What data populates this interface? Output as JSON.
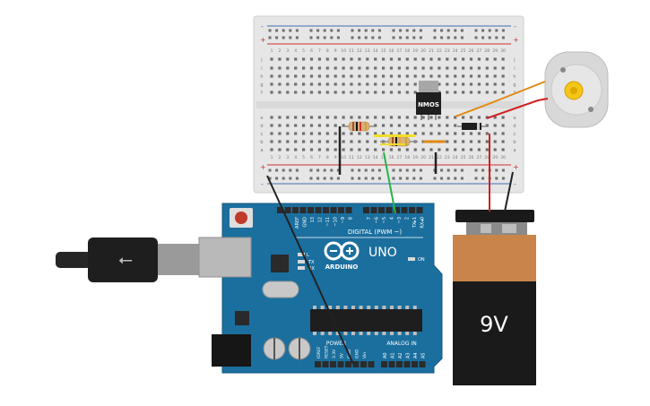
{
  "breadboard": {
    "columns": [
      "1",
      "2",
      "3",
      "4",
      "5",
      "6",
      "7",
      "8",
      "9",
      "10",
      "11",
      "12",
      "13",
      "14",
      "15",
      "16",
      "17",
      "18",
      "19",
      "20",
      "21",
      "22",
      "23",
      "24",
      "25",
      "26",
      "27",
      "28",
      "29",
      "30"
    ],
    "rows_top": [
      "j",
      "i",
      "h",
      "g",
      "f"
    ],
    "rows_bottom": [
      "e",
      "d",
      "c",
      "b",
      "a"
    ],
    "rail_plus": "+",
    "rail_minus": "-"
  },
  "transistor": {
    "label": "NMOS"
  },
  "arduino": {
    "brand_text": "ARDUINO",
    "model_text": "UNO",
    "digital_header_label": "DIGITAL (PWM ~)",
    "analog_header_label": "ANALOG IN",
    "power_header_label": "POWER",
    "on_label": "ON",
    "tx_label": "TX",
    "rx_label": "RX",
    "l_label": "L",
    "digital_pins": [
      "AREF",
      "GND",
      "13",
      "12",
      "~11",
      "~10",
      "~9",
      "8",
      "7",
      "~6",
      "~5",
      "4",
      "~3",
      "2",
      "TX▸1",
      "RX◂0"
    ],
    "power_pins": [
      "IOREF",
      "RESET",
      "3.3V",
      "5V",
      "GND",
      "GND",
      "Vin"
    ],
    "analog_pins": [
      "A0",
      "A1",
      "A2",
      "A3",
      "A4",
      "A5"
    ]
  },
  "battery": {
    "label": "9V"
  },
  "colors": {
    "board_blue": "#1b6f9e",
    "breadboard": "#e6e6e6",
    "rail_red": "#d32f2f",
    "rail_blue": "#3f6fb5",
    "battery_orange": "#c9844a",
    "battery_black": "#1a1a1a",
    "wire_black": "#222222",
    "wire_red": "#d21f1f",
    "wire_green": "#2bb24c",
    "wire_orange": "#e08a12",
    "motor_yellow": "#f5c518"
  }
}
